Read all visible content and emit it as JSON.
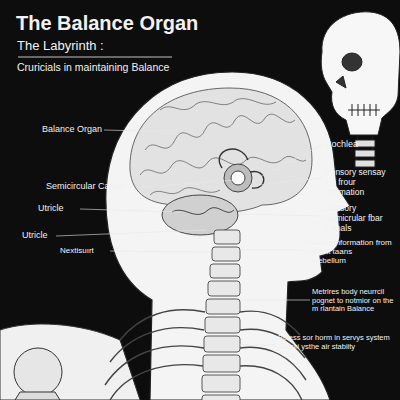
{
  "diagram": {
    "title": "The Balance Organ",
    "labels": [
      "The Labyrinth :",
      "Cruricials in maintaining Balance",
      "Balance Organ",
      "Semicircular Canals",
      "Utricle",
      "Utricle",
      "Nextisuırt",
      "Cochlea",
      "Sensory sensay lke frour infomation",
      "Sensory Semicrular fbar Canals",
      "Nerrsar information from sweent taans Cerebellum",
      "Metrires body neurrcil pognet to notmior on the m rlantain Balance",
      "Boless sor horm in servys system merriri ysthe air stabiity"
    ]
  }
}
